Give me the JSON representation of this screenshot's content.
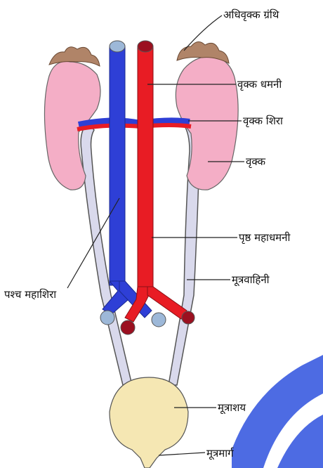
{
  "diagram": {
    "labels": {
      "adrenal_gland": "अधिवृक्क ग्रंथि",
      "renal_artery": "वृक्क धमनी",
      "renal_vein": "वृक्क शिरा",
      "kidney": "वृक्क",
      "dorsal_aorta": "पृष्ठ महाधमनी",
      "ureter": "मूत्रवाहिनी",
      "posterior_vena_cava": "पश्च महाशिरा",
      "urinary_bladder": "मूत्राशय",
      "urethra": "मूत्रमार्ग"
    },
    "colors": {
      "kidney": "#f4aec6",
      "adrenal_gland": "#b08468",
      "artery": "#e81c24",
      "artery_dark": "#9b1020",
      "vein": "#2e3fd6",
      "vein_cap": "#9db8d8",
      "ureter": "#d9d9ec",
      "bladder": "#f5e7b3"
    }
  }
}
